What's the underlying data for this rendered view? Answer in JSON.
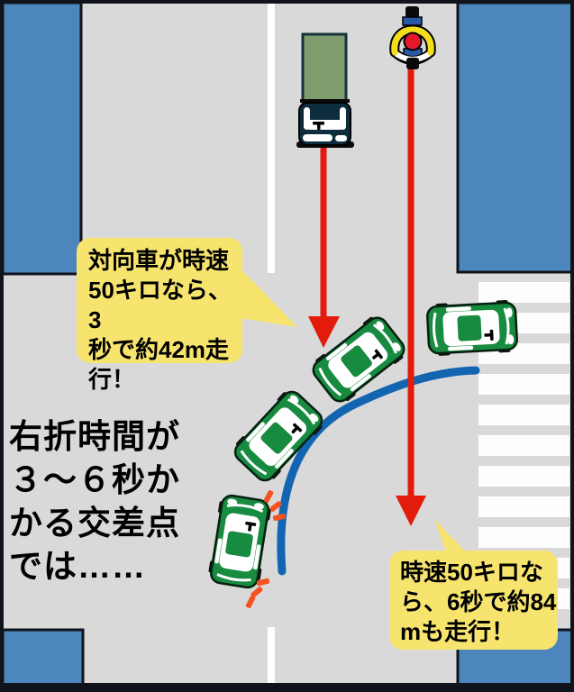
{
  "scene": {
    "caption_right_turn": "右折時間が\n３〜６秒か\nかる交差点\nでは……",
    "callout_oncoming": "対向車が時速\n50キロなら、3\n秒で約42m走\n行！",
    "callout_speed": "時速50キロな\nら、6秒で約84\nmも走行！"
  },
  "colors": {
    "road": "#d9d9d9",
    "building": "#4c86bc",
    "callout": "#f7e46e",
    "arrow": "#e21b0c",
    "path": "#1365b2",
    "car": "#178b40",
    "cargo": "#7e9c6e",
    "cab": "#0d2c3c",
    "signal": "#f4531f",
    "lane": "#ffffff"
  },
  "icons": {
    "truck": "truck-top-icon",
    "motorcycle": "motorcycle-top-icon",
    "turning_car": "car-top-icon",
    "oncoming_arrow": "arrow-down-icon",
    "turn_path": "right-turn-path-icon",
    "turn_signal": "blinker-dashes-icon",
    "crosswalk": "crosswalk-stripes"
  }
}
